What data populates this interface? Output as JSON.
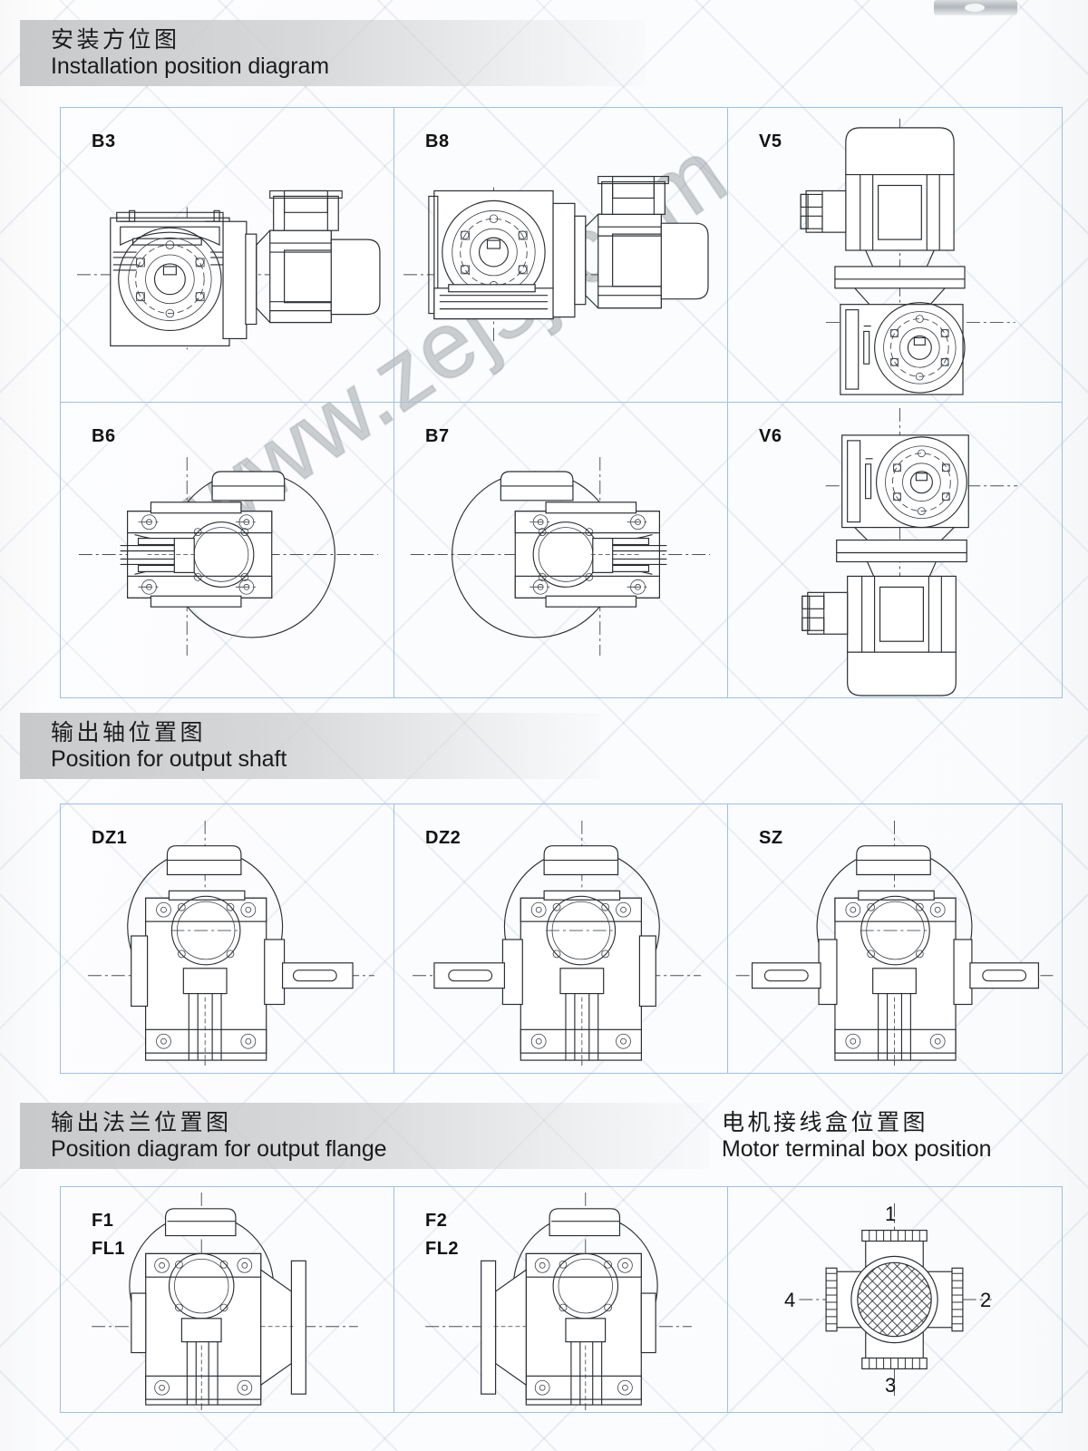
{
  "watermark": {
    "text": "www.zejsj.com"
  },
  "sections": [
    {
      "id": "installation",
      "title_cn": "安装方位图",
      "title_en": "Installation position diagram",
      "cells": [
        {
          "label": "B3",
          "figure": "gearbox-side-with-motor-right"
        },
        {
          "label": "B8",
          "figure": "gearbox-flange-front-motor-right"
        },
        {
          "label": "V5",
          "figure": "motor-vertical-top-gearbox-bottom"
        },
        {
          "label": "B6",
          "figure": "gearbox-front-motor-behind-left"
        },
        {
          "label": "B7",
          "figure": "gearbox-front-motor-behind-right"
        },
        {
          "label": "V6",
          "figure": "gearbox-top-motor-vertical-bottom"
        }
      ]
    },
    {
      "id": "output-shaft",
      "title_cn": "输出轴位置图",
      "title_en": "Position for output shaft",
      "cells": [
        {
          "label": "DZ1",
          "figure": "output-shaft-right"
        },
        {
          "label": "DZ2",
          "figure": "output-shaft-left"
        },
        {
          "label": "SZ",
          "figure": "output-shaft-both-sides"
        }
      ]
    },
    {
      "id": "output-flange",
      "title_cn": "输出法兰位置图",
      "title_en": "Position diagram for output flange",
      "title2_cn": "电机接线盒位置图",
      "title2_en": "Motor  terminal box position",
      "cells": [
        {
          "label_line1": "F1",
          "label_line2": "FL1",
          "figure": "flange-right"
        },
        {
          "label_line1": "F2",
          "label_line2": "FL2",
          "figure": "flange-left"
        },
        {
          "label_line1": "",
          "label_line2": "",
          "figure": "terminal-box-cross"
        }
      ],
      "terminal_box": {
        "positions": [
          {
            "id": "1",
            "label": "1",
            "side": "top"
          },
          {
            "id": "2",
            "label": "2",
            "side": "right"
          },
          {
            "id": "3",
            "label": "3",
            "side": "bottom"
          },
          {
            "id": "4",
            "label": "4",
            "side": "left"
          }
        ]
      }
    }
  ],
  "colors": {
    "grid_border": "#9fc0e0",
    "header_bar": "#c4c6c8",
    "drawing_line": "#2b2f33",
    "text": "#111111"
  }
}
